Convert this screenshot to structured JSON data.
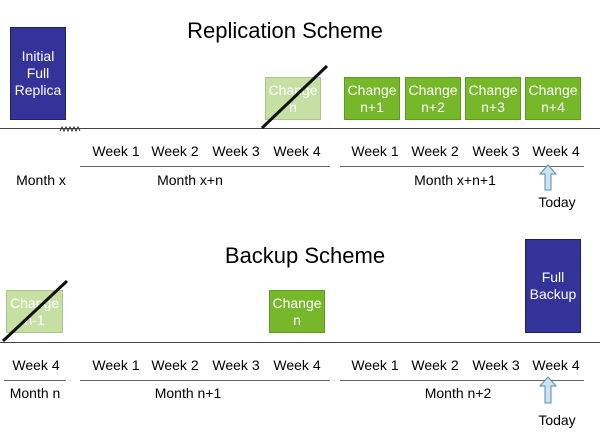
{
  "replication": {
    "title": "Replication Scheme",
    "initial_box": "Initial\nFull\nReplica",
    "change_n": "Change\nn",
    "changes": [
      "Change\nn+1",
      "Change\nn+2",
      "Change\nn+3",
      "Change\nn+4"
    ],
    "weeks_left": [
      "Week 1",
      "Week 2",
      "Week 3",
      "Week 4"
    ],
    "weeks_right": [
      "Week 1",
      "Week 2",
      "Week 3",
      "Week 4"
    ],
    "month_x": "Month x",
    "month_xn": "Month x+n",
    "month_xn1": "Month x+n+1",
    "today": "Today"
  },
  "backup": {
    "title": "Backup Scheme",
    "change_n1": "Change\nn-1",
    "change_n": "Change\nn",
    "full_backup": "Full\nBackup",
    "week_first": "Week 4",
    "weeks_left": [
      "Week 1",
      "Week 2",
      "Week 3",
      "Week 4"
    ],
    "weeks_right": [
      "Week 1",
      "Week 2",
      "Week 3",
      "Week 4"
    ],
    "month_n": "Month n",
    "month_n1": "Month n+1",
    "month_n2": "Month n+2",
    "today": "Today"
  },
  "colors": {
    "green": "#76b82a",
    "pale_green": "#c6e0a4",
    "navy": "#333399",
    "arrow_fill": "#c9e6f0",
    "arrow_stroke": "#5d8aa8"
  }
}
